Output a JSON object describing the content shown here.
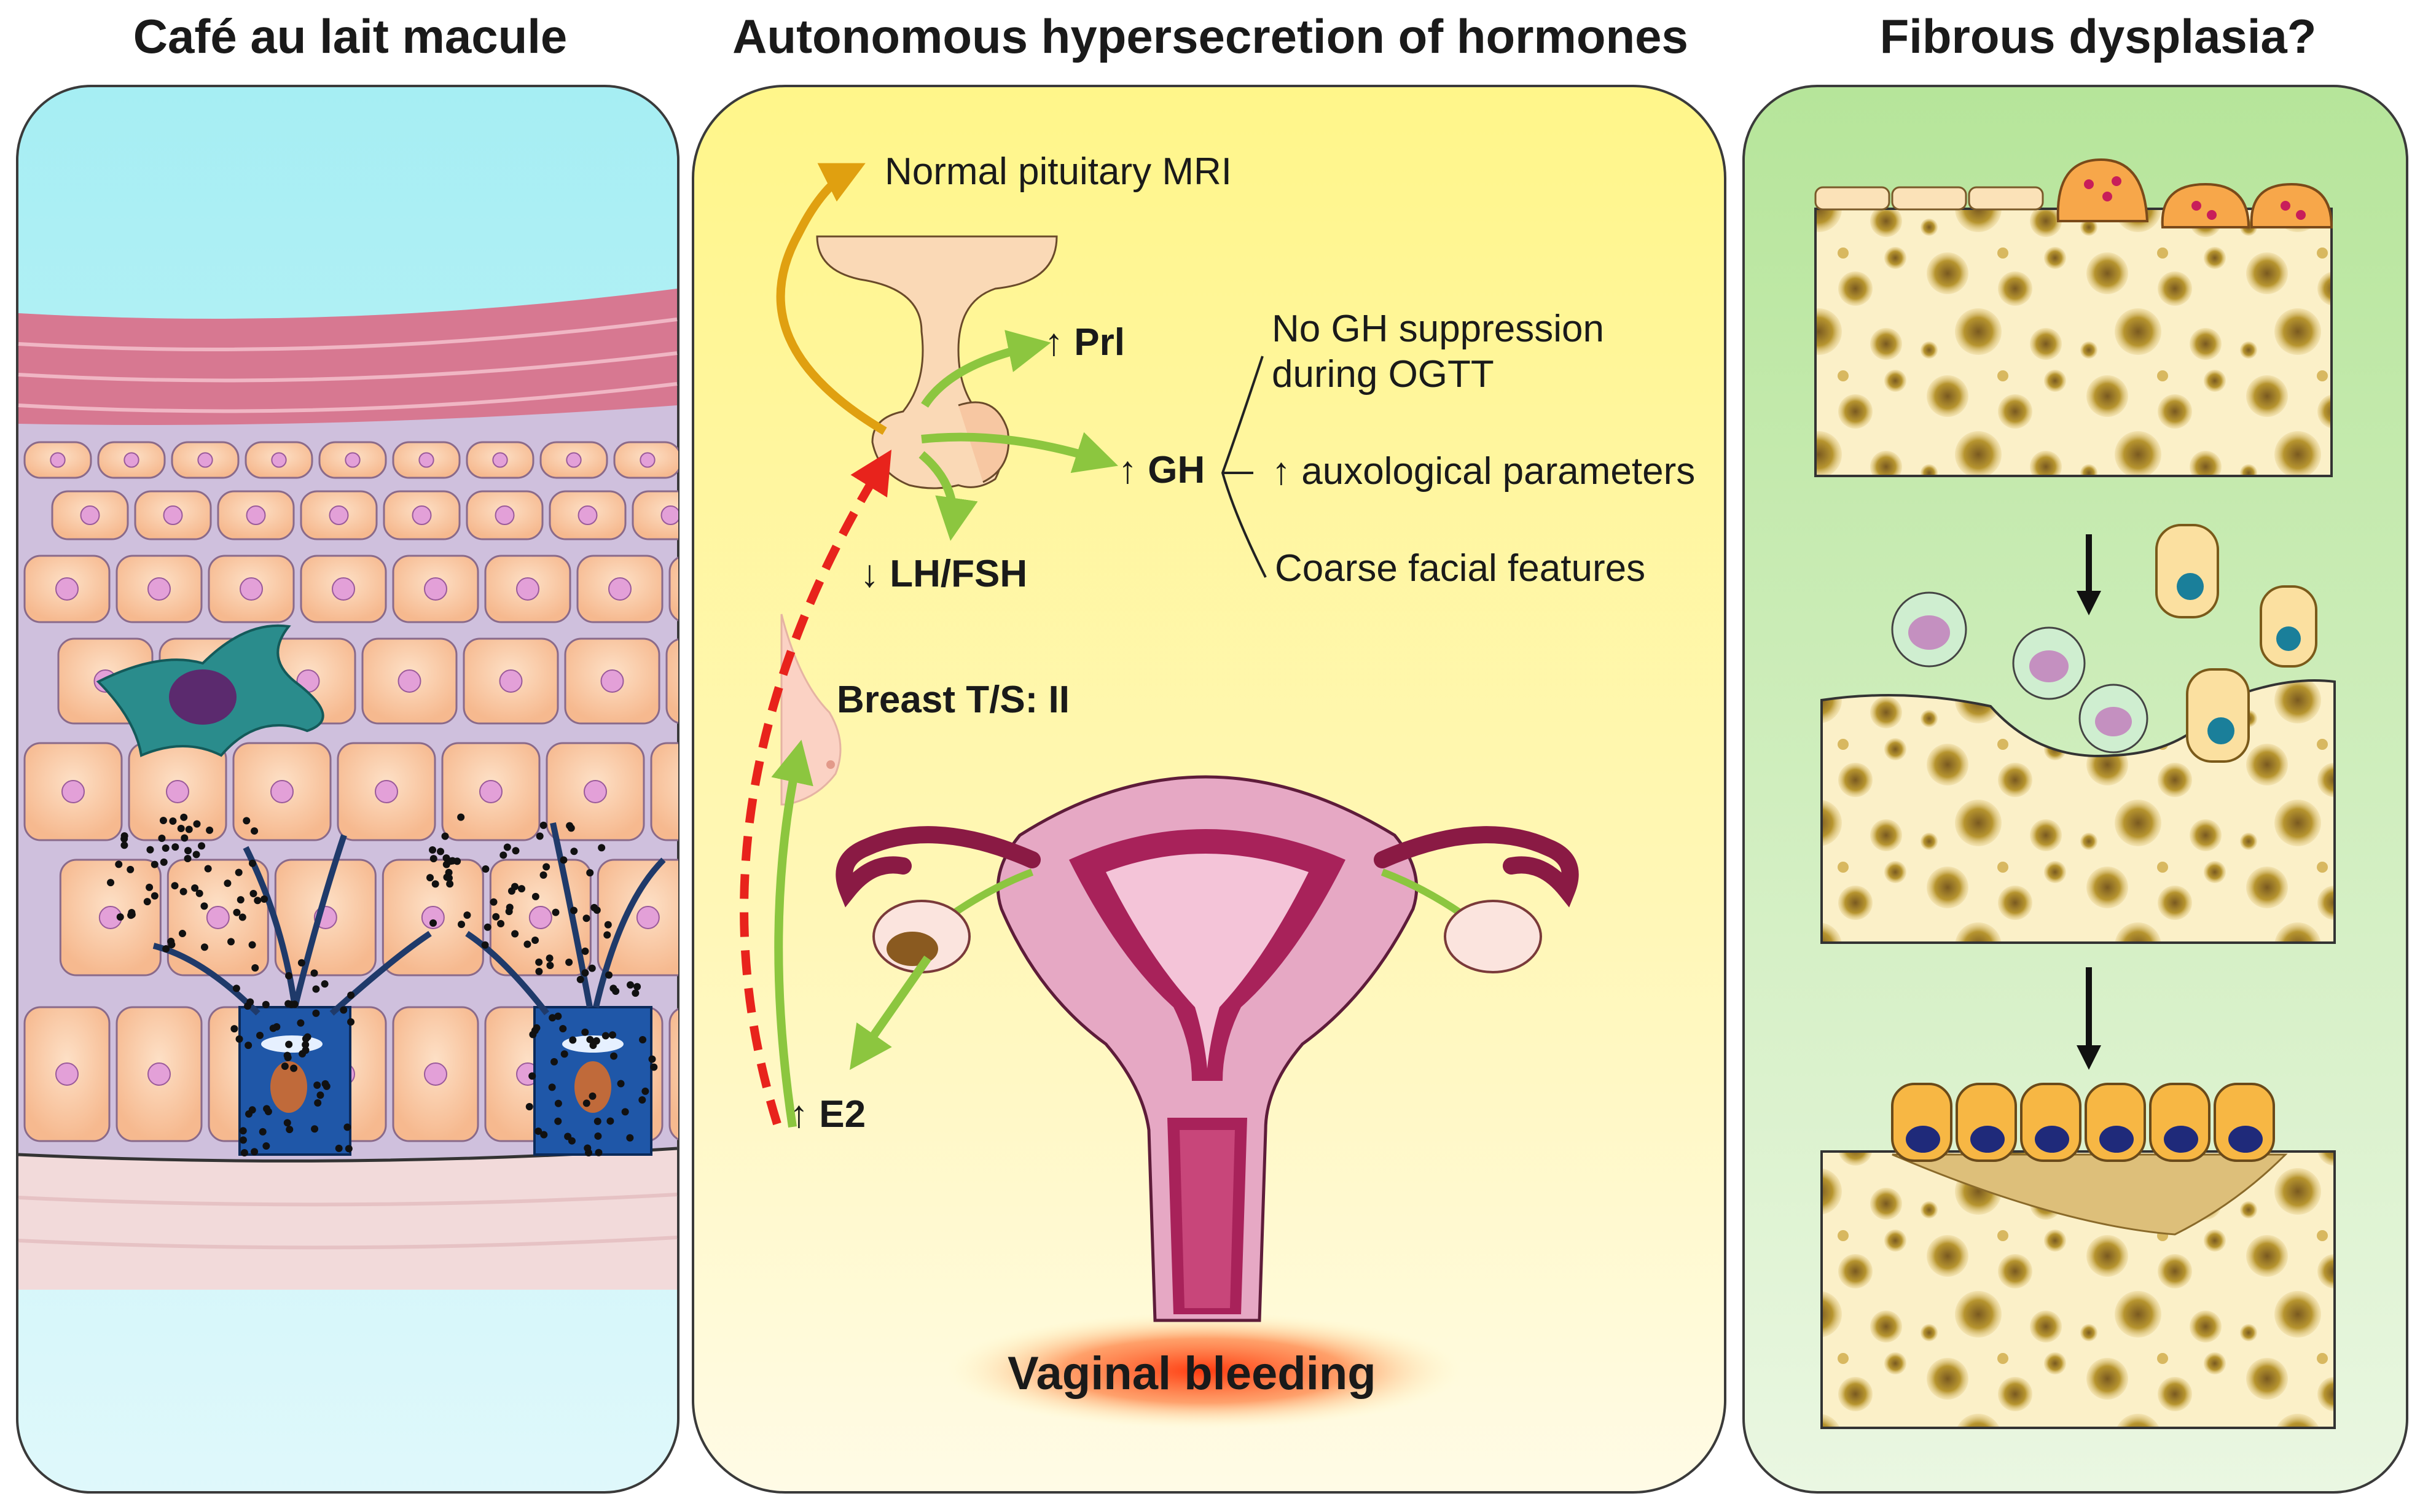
{
  "headings": {
    "left": "Café au lait macule",
    "middle": "Autonomous hypersecretion of hormones",
    "right": "Fibrous dysplasia?"
  },
  "middle": {
    "mri": "Normal pituitary MRI",
    "prl": "↑ Prl",
    "gh": "↑ GH",
    "lhfsh": "↓ LH/FSH",
    "gh_effects": {
      "line1": "No GH suppression",
      "line2": "during OGTT",
      "auxological": "↑ auxological parameters",
      "facial": "Coarse facial features"
    },
    "breast": "Breast T/S: II",
    "e2": "↑ E2",
    "bleeding": "Vaginal bleeding"
  },
  "colors": {
    "panel_border": "#3a3a3a",
    "skin_top": "#a8eef2",
    "mid_panel": "#fff799",
    "right_panel": "#c8ebb0",
    "green_arrow": "#8cc63f",
    "orange_arrow": "#e0a010",
    "red_dashed": "#e8231c",
    "bleeding_glow": "#ff5a1f"
  }
}
